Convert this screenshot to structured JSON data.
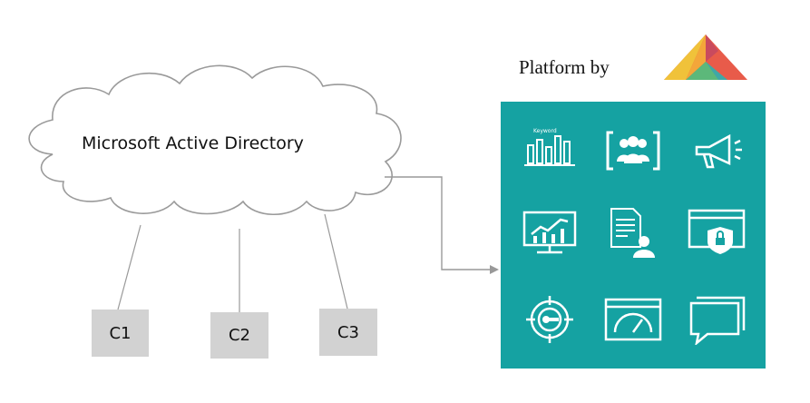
{
  "directory": {
    "label": "Microsoft Active Directory"
  },
  "clients": [
    {
      "label": "C1"
    },
    {
      "label": "C2"
    },
    {
      "label": "C3"
    }
  ],
  "platform": {
    "label": "Platform by"
  },
  "tiles_badge": {
    "text": "Keyword"
  },
  "icons": [
    "keyword-bar-chart-icon",
    "team-group-icon",
    "megaphone-icon",
    "monitor-chart-icon",
    "document-user-icon",
    "browser-lock-icon",
    "target-key-icon",
    "speedometer-window-icon",
    "chat-bubble-icon"
  ],
  "colors": {
    "panel": "#15a2a2",
    "client_box": "#d2d2d2",
    "connector": "#999999",
    "logo_red": "#e85b4a",
    "logo_yellow": "#f0c23a",
    "logo_green": "#5cb87a",
    "logo_teal": "#3fa7a7"
  }
}
